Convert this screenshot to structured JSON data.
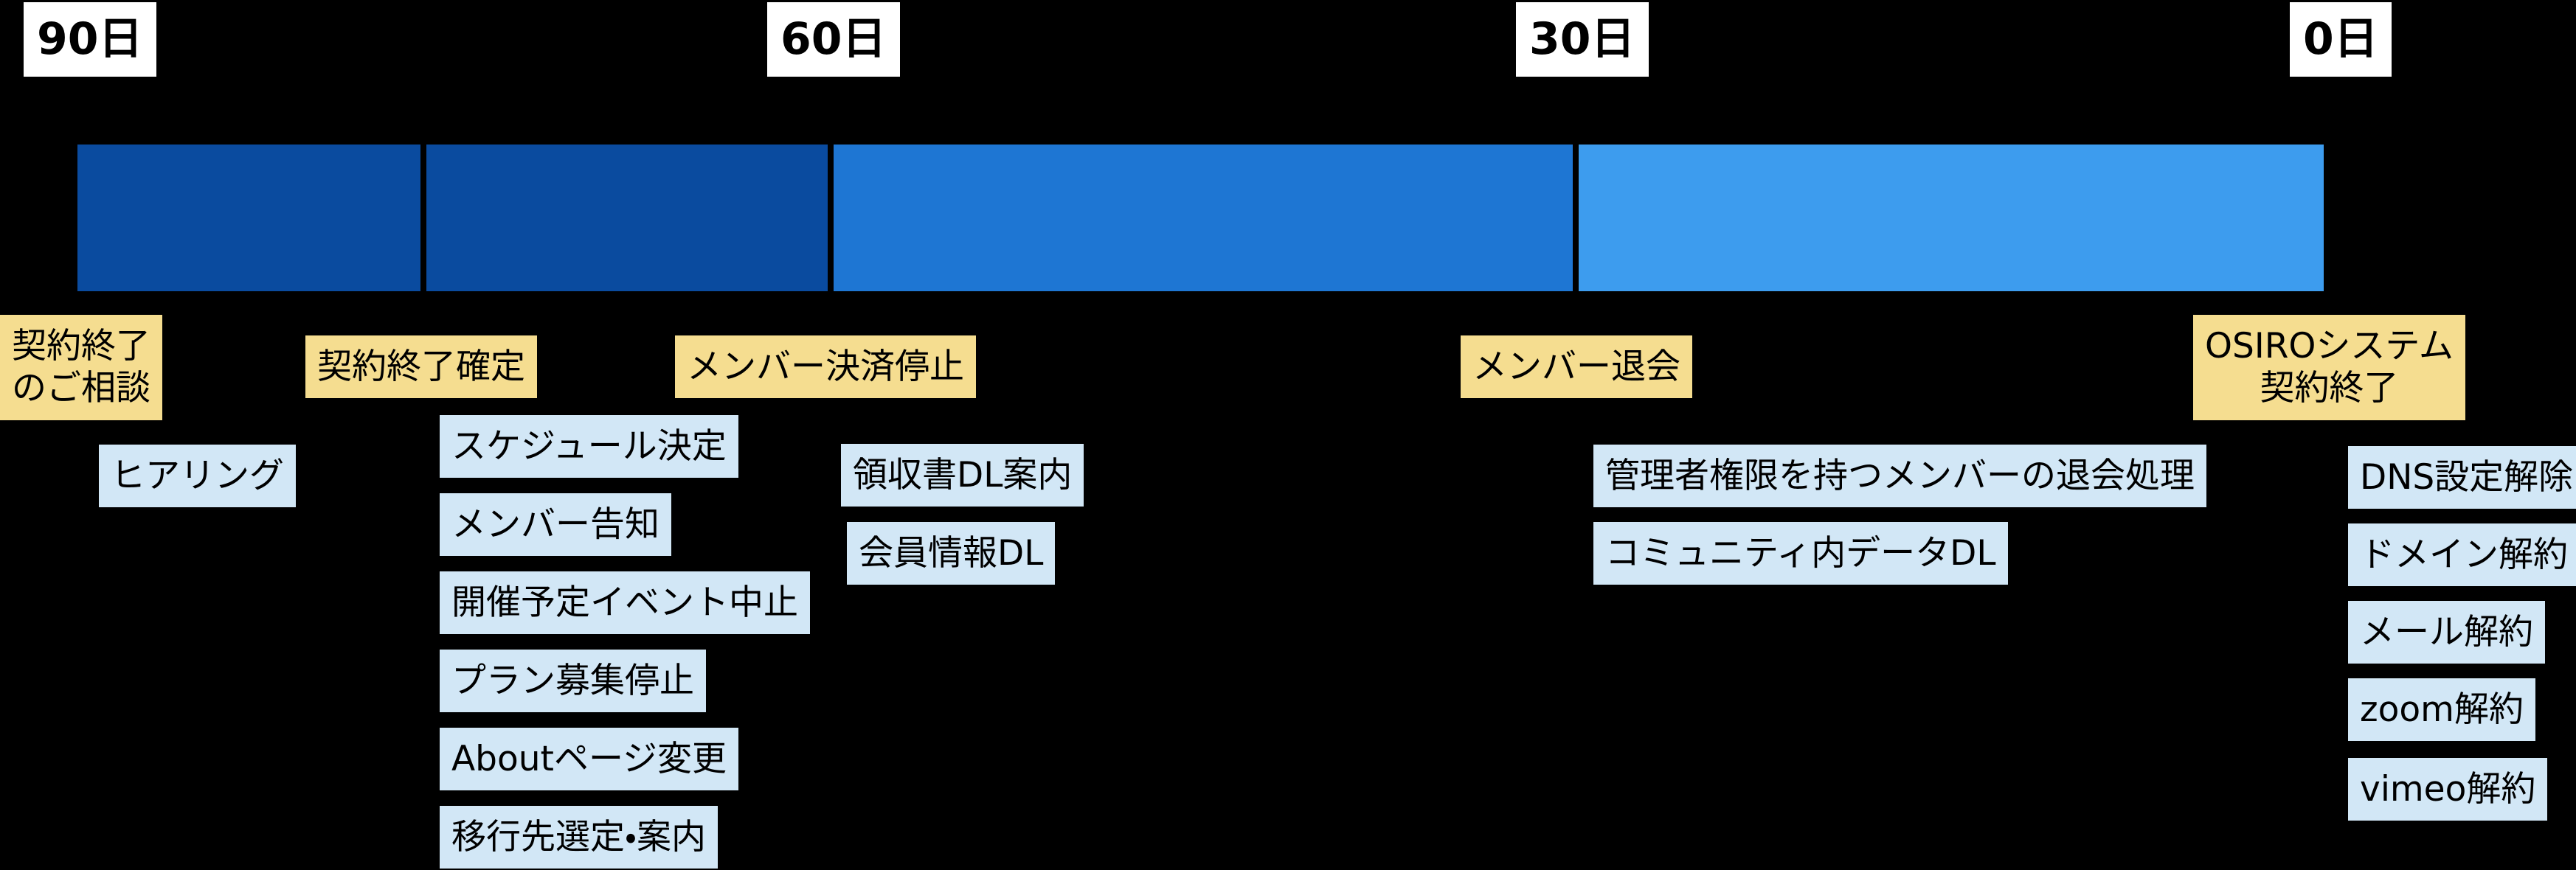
{
  "colors": {
    "background": "#000000",
    "bar_phase_dark": "#0a4b9f",
    "bar_phase_medium": "#1e76d3",
    "bar_phase_light": "#3d9cee",
    "day_marker_bg": "#ffffff",
    "milestone_bg": "#f5dd90",
    "task_bg": "#d2e7f6",
    "text": "#000000"
  },
  "day_markers": [
    {
      "label": "90日"
    },
    {
      "label": "60日"
    },
    {
      "label": "30日"
    },
    {
      "label": "0日"
    }
  ],
  "milestones": [
    {
      "lines": [
        "契約終了",
        "のご相談"
      ]
    },
    {
      "label": "契約終了確定"
    },
    {
      "label": "メンバー決済停止"
    },
    {
      "label": "メンバー退会"
    },
    {
      "lines": [
        "OSIROシステム",
        "契約終了"
      ]
    }
  ],
  "task_columns": [
    {
      "tasks": [
        "ヒアリング"
      ]
    },
    {
      "tasks": [
        "スケジュール決定",
        "メンバー告知",
        "開催予定イベント中止",
        "プラン募集停止",
        "Aboutページ変更",
        "移行先選定・案内"
      ]
    },
    {
      "tasks": [
        "領収書DL案内",
        "会員情報DL"
      ]
    },
    {
      "tasks": [
        "管理者権限を持つメンバーの退会処理",
        "コミュニティ内データDL"
      ]
    },
    {
      "tasks": [
        "DNS設定解除",
        "ドメイン解約",
        "メール解約",
        "zoom解約",
        "vimeo解約"
      ]
    }
  ]
}
